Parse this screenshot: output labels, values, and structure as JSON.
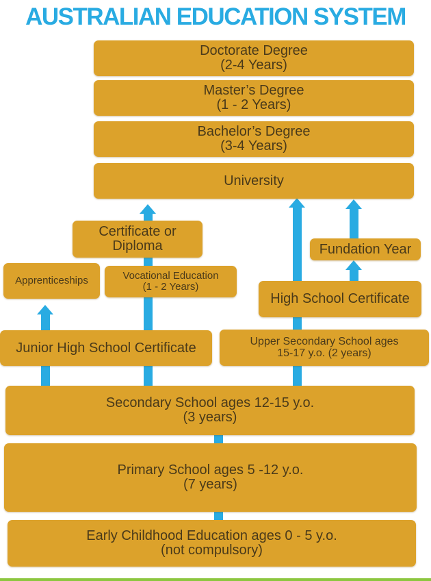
{
  "title": "AUSTRALIAN EDUCATION SYSTEM",
  "boxes": {
    "doctorate": {
      "line1": "Doctorate Degree",
      "line2": "(2-4 Years)"
    },
    "masters": {
      "line1": "Master’s Degree",
      "line2": "(1 - 2  Years)"
    },
    "bachelors": {
      "line1": "Bachelor’s Degree",
      "line2": "(3-4 Years)"
    },
    "university": {
      "line1": "University"
    },
    "certificate_diploma": {
      "line1": "Certificate or",
      "line2": "Diploma"
    },
    "fundation_year": {
      "line1": "Fundation Year"
    },
    "apprenticeships": {
      "line1": "Apprenticeships"
    },
    "vocational": {
      "line1": "Vocational Education",
      "line2": "(1 - 2 Years)"
    },
    "high_school_cert": {
      "line1": "High School Certificate"
    },
    "junior_high_cert": {
      "line1": "Junior High School Certificate"
    },
    "upper_secondary": {
      "line1": "Upper Secondary School ages",
      "line2": "15-17 y.o.   (2 years)"
    },
    "secondary": {
      "line1": "Secondary School ages 12-15 y.o.",
      "line2": "(3 years)"
    },
    "primary": {
      "line1": "Primary School ages 5 -12 y.o.",
      "line2": "(7 years)"
    },
    "early_childhood": {
      "line1": "Early Childhood Education ages 0 - 5  y.o.",
      "line2": "(not compulsory)"
    }
  },
  "colors": {
    "title": "#29ABE2",
    "box": "#DCA22B",
    "arrow": "#29ABE2",
    "text": "#4a3a1a"
  }
}
